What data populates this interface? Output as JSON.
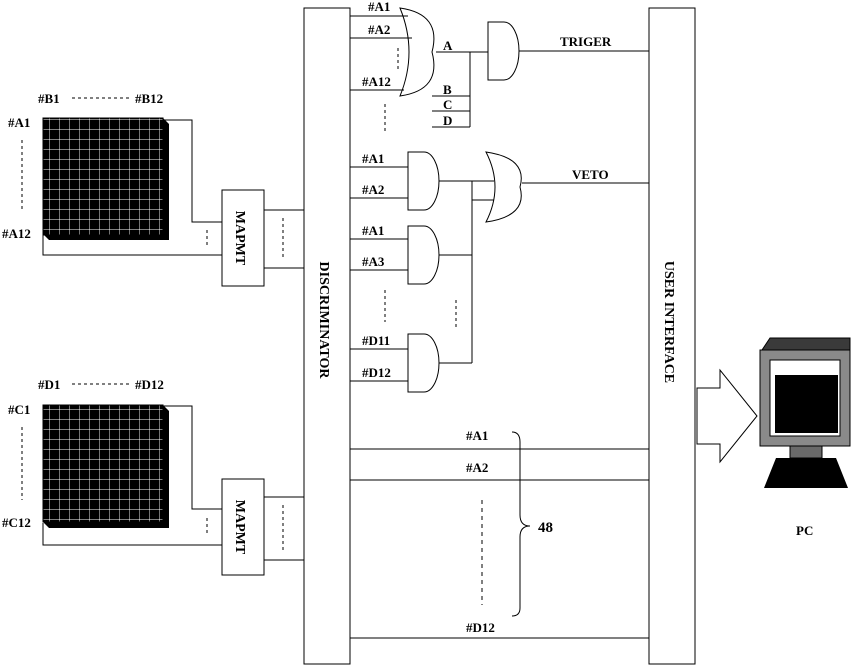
{
  "detector_top": {
    "top_left": "#B1",
    "top_right": "#B12",
    "side_top": "#A1",
    "side_bottom": "#A12"
  },
  "detector_bottom": {
    "top_left": "#D1",
    "top_right": "#D12",
    "side_top": "#C1",
    "side_bottom": "#C12"
  },
  "mapmt_label": "MAPMT",
  "discriminator_label": "DISCRIMINATOR",
  "user_interface_label": "USER INTERFACE",
  "trigger": {
    "inputs": [
      "#A1",
      "#A2",
      "#A12"
    ],
    "or_output": "A",
    "extra_inputs": [
      "B",
      "C",
      "D"
    ],
    "output": "TRIGER"
  },
  "veto": {
    "gates": [
      {
        "in1": "#A1",
        "in2": "#A2"
      },
      {
        "in1": "#A1",
        "in2": "#A3"
      },
      {
        "in1": "#D11",
        "in2": "#D12"
      }
    ],
    "output": "VETO"
  },
  "channels": {
    "first": "#A1",
    "second": "#A2",
    "last": "#D12",
    "count": "48"
  },
  "pc_label": "PC",
  "colors": {
    "line": "#000000",
    "background": "#ffffff",
    "detector": "#000000",
    "grid": "#ffffff",
    "screen": "#000000",
    "monitor": "#555555"
  }
}
